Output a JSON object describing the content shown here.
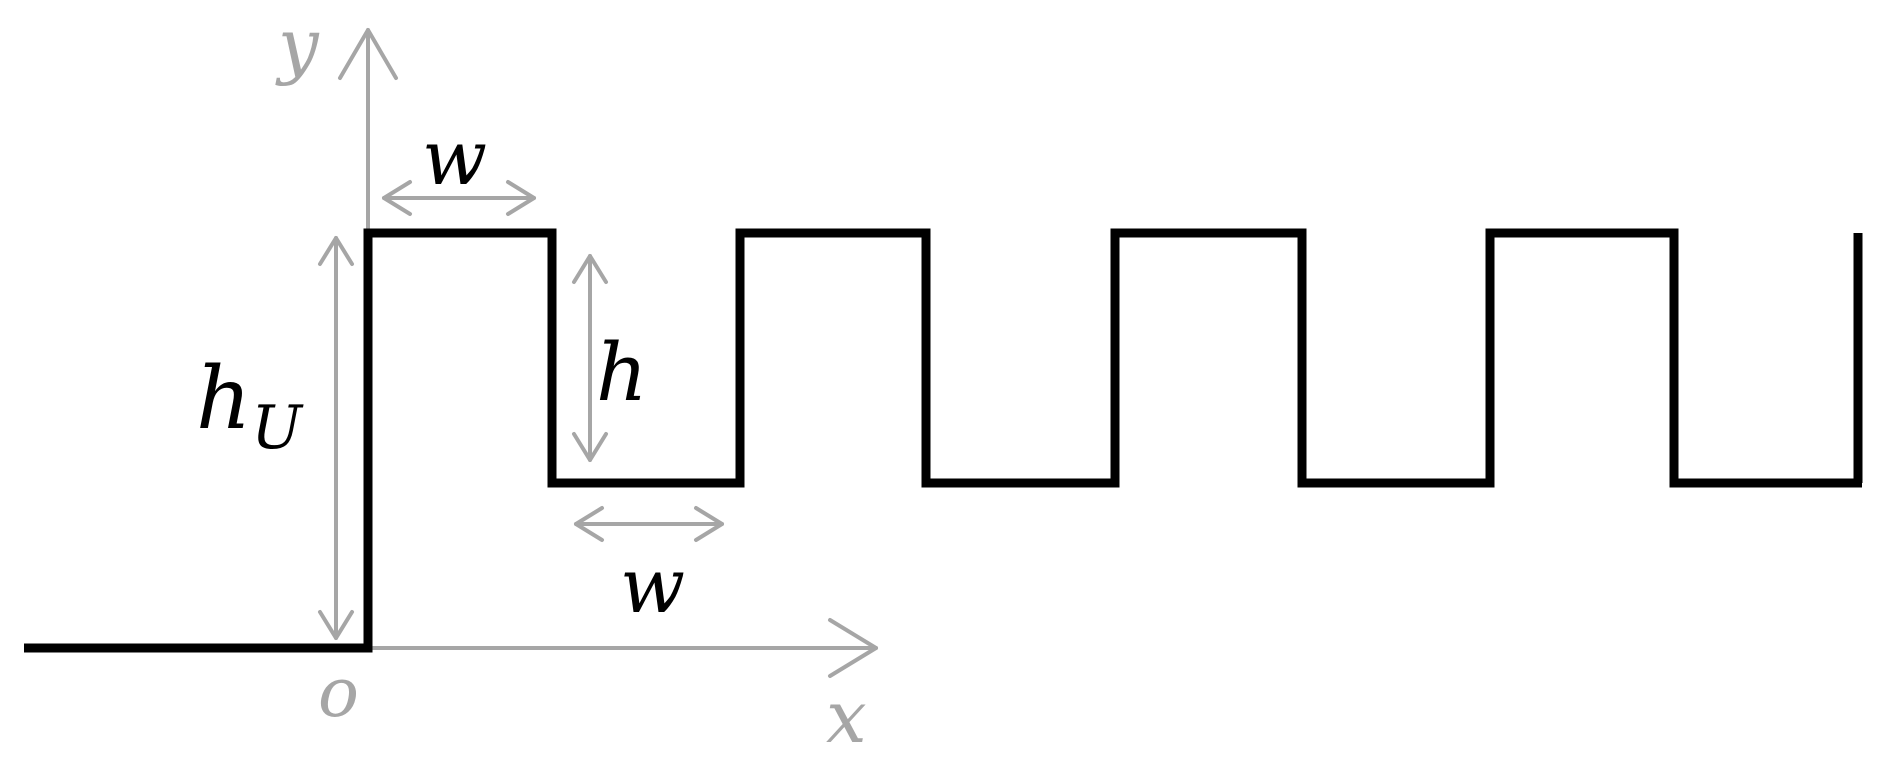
{
  "colors": {
    "axis": "#a6a6a6",
    "dimension": "#a6a6a6",
    "waveform": "#000000",
    "background": "#ffffff"
  },
  "labels": {
    "y_axis": "y",
    "x_axis": "x",
    "origin": "o",
    "width_top": "w",
    "width_bottom": "w",
    "height": "h",
    "height_upper_base": "h",
    "height_upper_sub": "U"
  }
}
